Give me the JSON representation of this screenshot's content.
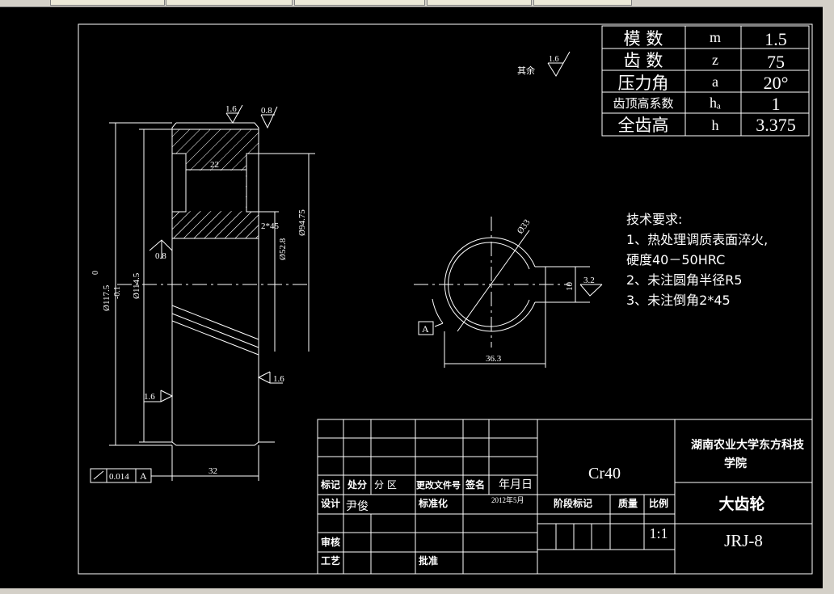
{
  "params": [
    {
      "name": "模 数",
      "sym": "m",
      "val": "1.5"
    },
    {
      "name": "齿 数",
      "sym": "z",
      "val": "75"
    },
    {
      "name": "压力角",
      "sym": "a",
      "val": "20°"
    },
    {
      "name": "齿顶高系数",
      "sym": "hₐ",
      "val": "1"
    },
    {
      "name": "全齿高",
      "sym": "h",
      "val": "3.375"
    }
  ],
  "roughness_other": {
    "label": "其余",
    "value": "1.6"
  },
  "requirements": {
    "title": "技术要求:",
    "lines": [
      "1、热处理调质表面淬火,",
      "硬度40－50HRC",
      "2、未注圆角半径R5",
      "3、未注倒角2*45"
    ]
  },
  "dims": {
    "top_r1": "1.6",
    "top_r2": "0.8",
    "groove": "22",
    "chamfer": "2*45",
    "d9475": "Ø94.75",
    "d528": "Ø52.8",
    "d1145": "Ø114.5",
    "d1175": "Ø117.5",
    "tol_upper": "0",
    "tol_lower": "-0.1",
    "r08": "0.8",
    "r16a": "1.6",
    "r16b": "1.6",
    "width": "32",
    "runout_val": "0.014",
    "datum": "A",
    "bore": "Ø33",
    "keyway": "10",
    "key_r": "3.2",
    "hub_w": "36.3",
    "datum2": "A"
  },
  "title_block": {
    "material": "Cr40",
    "school": [
      "湖南农业大学东方科技",
      "学院"
    ],
    "part_name": "大齿轮",
    "drawing_no": "JRJ-8",
    "scale": "1:1",
    "h_mark": "标记",
    "h_count": "处分",
    "h_area": "分  区",
    "h_doc": "更改文件号",
    "h_sign": "签名",
    "h_date": "年月日",
    "design": "设计",
    "designer": "尹俊",
    "std": "标准化",
    "date": "2012年5月",
    "stage": "阶段标记",
    "mass": "质量",
    "ratio": "比例",
    "check": "审核",
    "process": "工艺",
    "approve": "批准"
  }
}
